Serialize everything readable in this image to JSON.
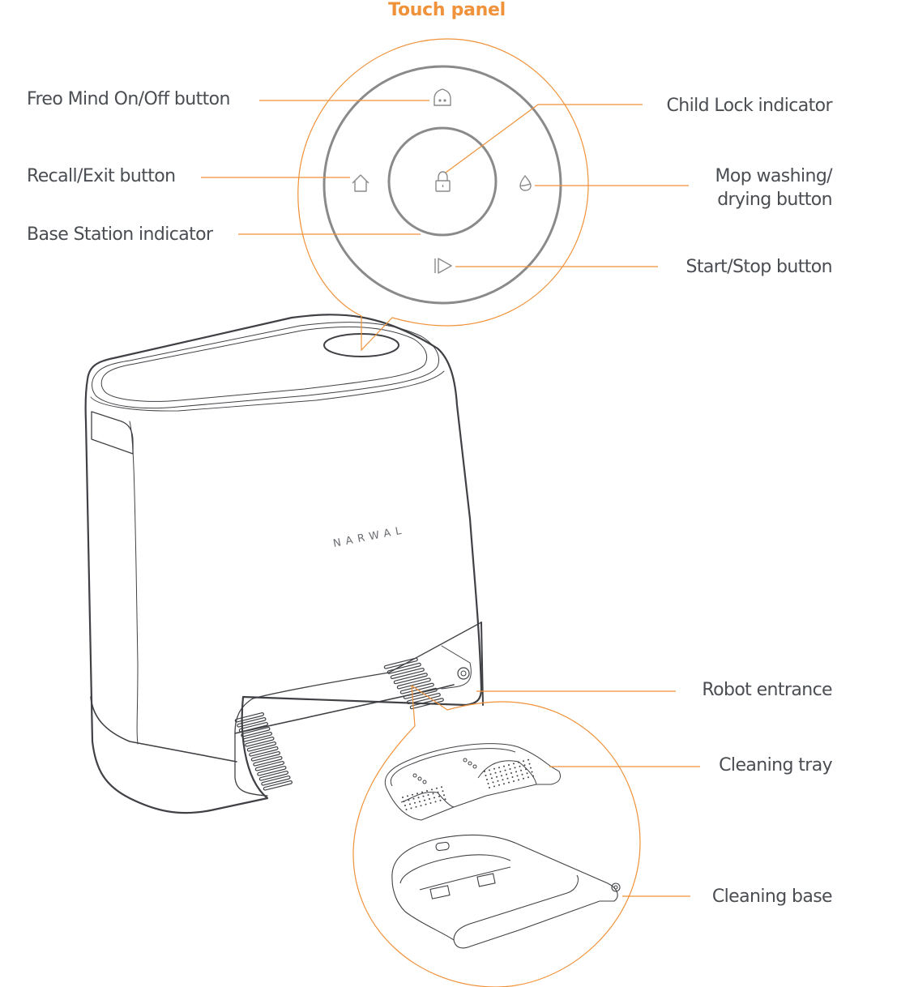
{
  "colors": {
    "accent": "#f0923a",
    "label_text": "#4a4d52",
    "panel_ring": "#8a8a8a",
    "device_line": "#3f4145"
  },
  "title": "Touch panel",
  "brand": "NARWAL",
  "panel_labels": {
    "freo_mind": "Freo Mind On/Off button",
    "recall_exit": "Recall/Exit button",
    "base_station": "Base Station indicator",
    "child_lock": "Child Lock indicator",
    "mop_washing_line1": "Mop washing/",
    "mop_washing_line2": "drying button",
    "start_stop": "Start/Stop button"
  },
  "panel_icons": {
    "freo_mind": "robot-face-icon",
    "recall_exit": "home-icon",
    "child_lock": "lock-icon",
    "mop_washing": "water-drop-icon",
    "start_stop": "play-pause-icon"
  },
  "part_labels": {
    "robot_entrance": "Robot entrance",
    "cleaning_tray": "Cleaning tray",
    "cleaning_base": "Cleaning base"
  }
}
